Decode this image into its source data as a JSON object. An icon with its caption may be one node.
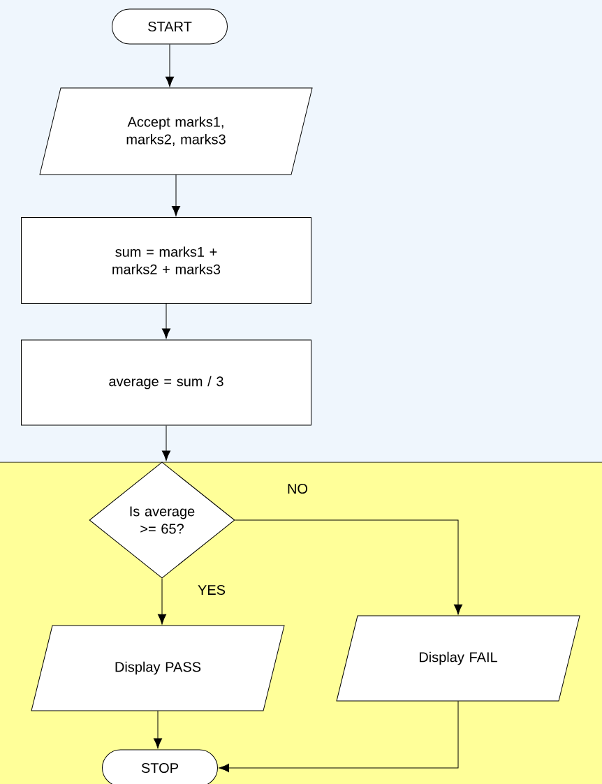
{
  "diagram": {
    "nodes": [
      {
        "text": [
          "START"
        ]
      },
      {
        "text": [
          "Accept marks1, marks2, marks3"
        ]
      },
      {
        "text": [
          "sum = marks1 + marks2 + marks3"
        ]
      },
      {
        "text": [
          "average = sum / 3"
        ]
      },
      {
        "text": [
          "Is average >= 65?"
        ]
      },
      {
        "text": [
          "Display PASS"
        ]
      },
      {
        "text": [
          "Display FAIL"
        ]
      },
      {
        "text": [
          "STOP"
        ]
      }
    ],
    "edges": [
      {
        "from": 0,
        "to": 1,
        "arrow": "to"
      },
      {
        "from": 1,
        "to": 2,
        "arrow": "to"
      },
      {
        "from": 2,
        "to": 3,
        "arrow": "to"
      },
      {
        "from": 3,
        "to": 4,
        "arrow": "to"
      },
      {
        "from": 4,
        "to": 5,
        "arrow": "to",
        "label": "YES"
      },
      {
        "from": 4,
        "to": 6,
        "arrow": "to",
        "label": "NO"
      },
      {
        "from": 5,
        "to": 7,
        "arrow": "to"
      },
      {
        "from": 6,
        "to": 7,
        "arrow": "to"
      }
    ]
  }
}
